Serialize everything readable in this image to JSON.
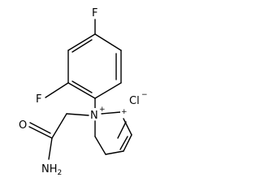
{
  "molecule": {
    "atoms": {
      "fluorine_top": "F",
      "fluorine_left": "F",
      "nitrogen": "N",
      "nitrogen_charge": "+",
      "carbon_cation_charge": "+",
      "oxygen": "O",
      "amine": "NH",
      "amine_subscript": "2",
      "chloride": "Cl",
      "chloride_charge": "−"
    }
  }
}
